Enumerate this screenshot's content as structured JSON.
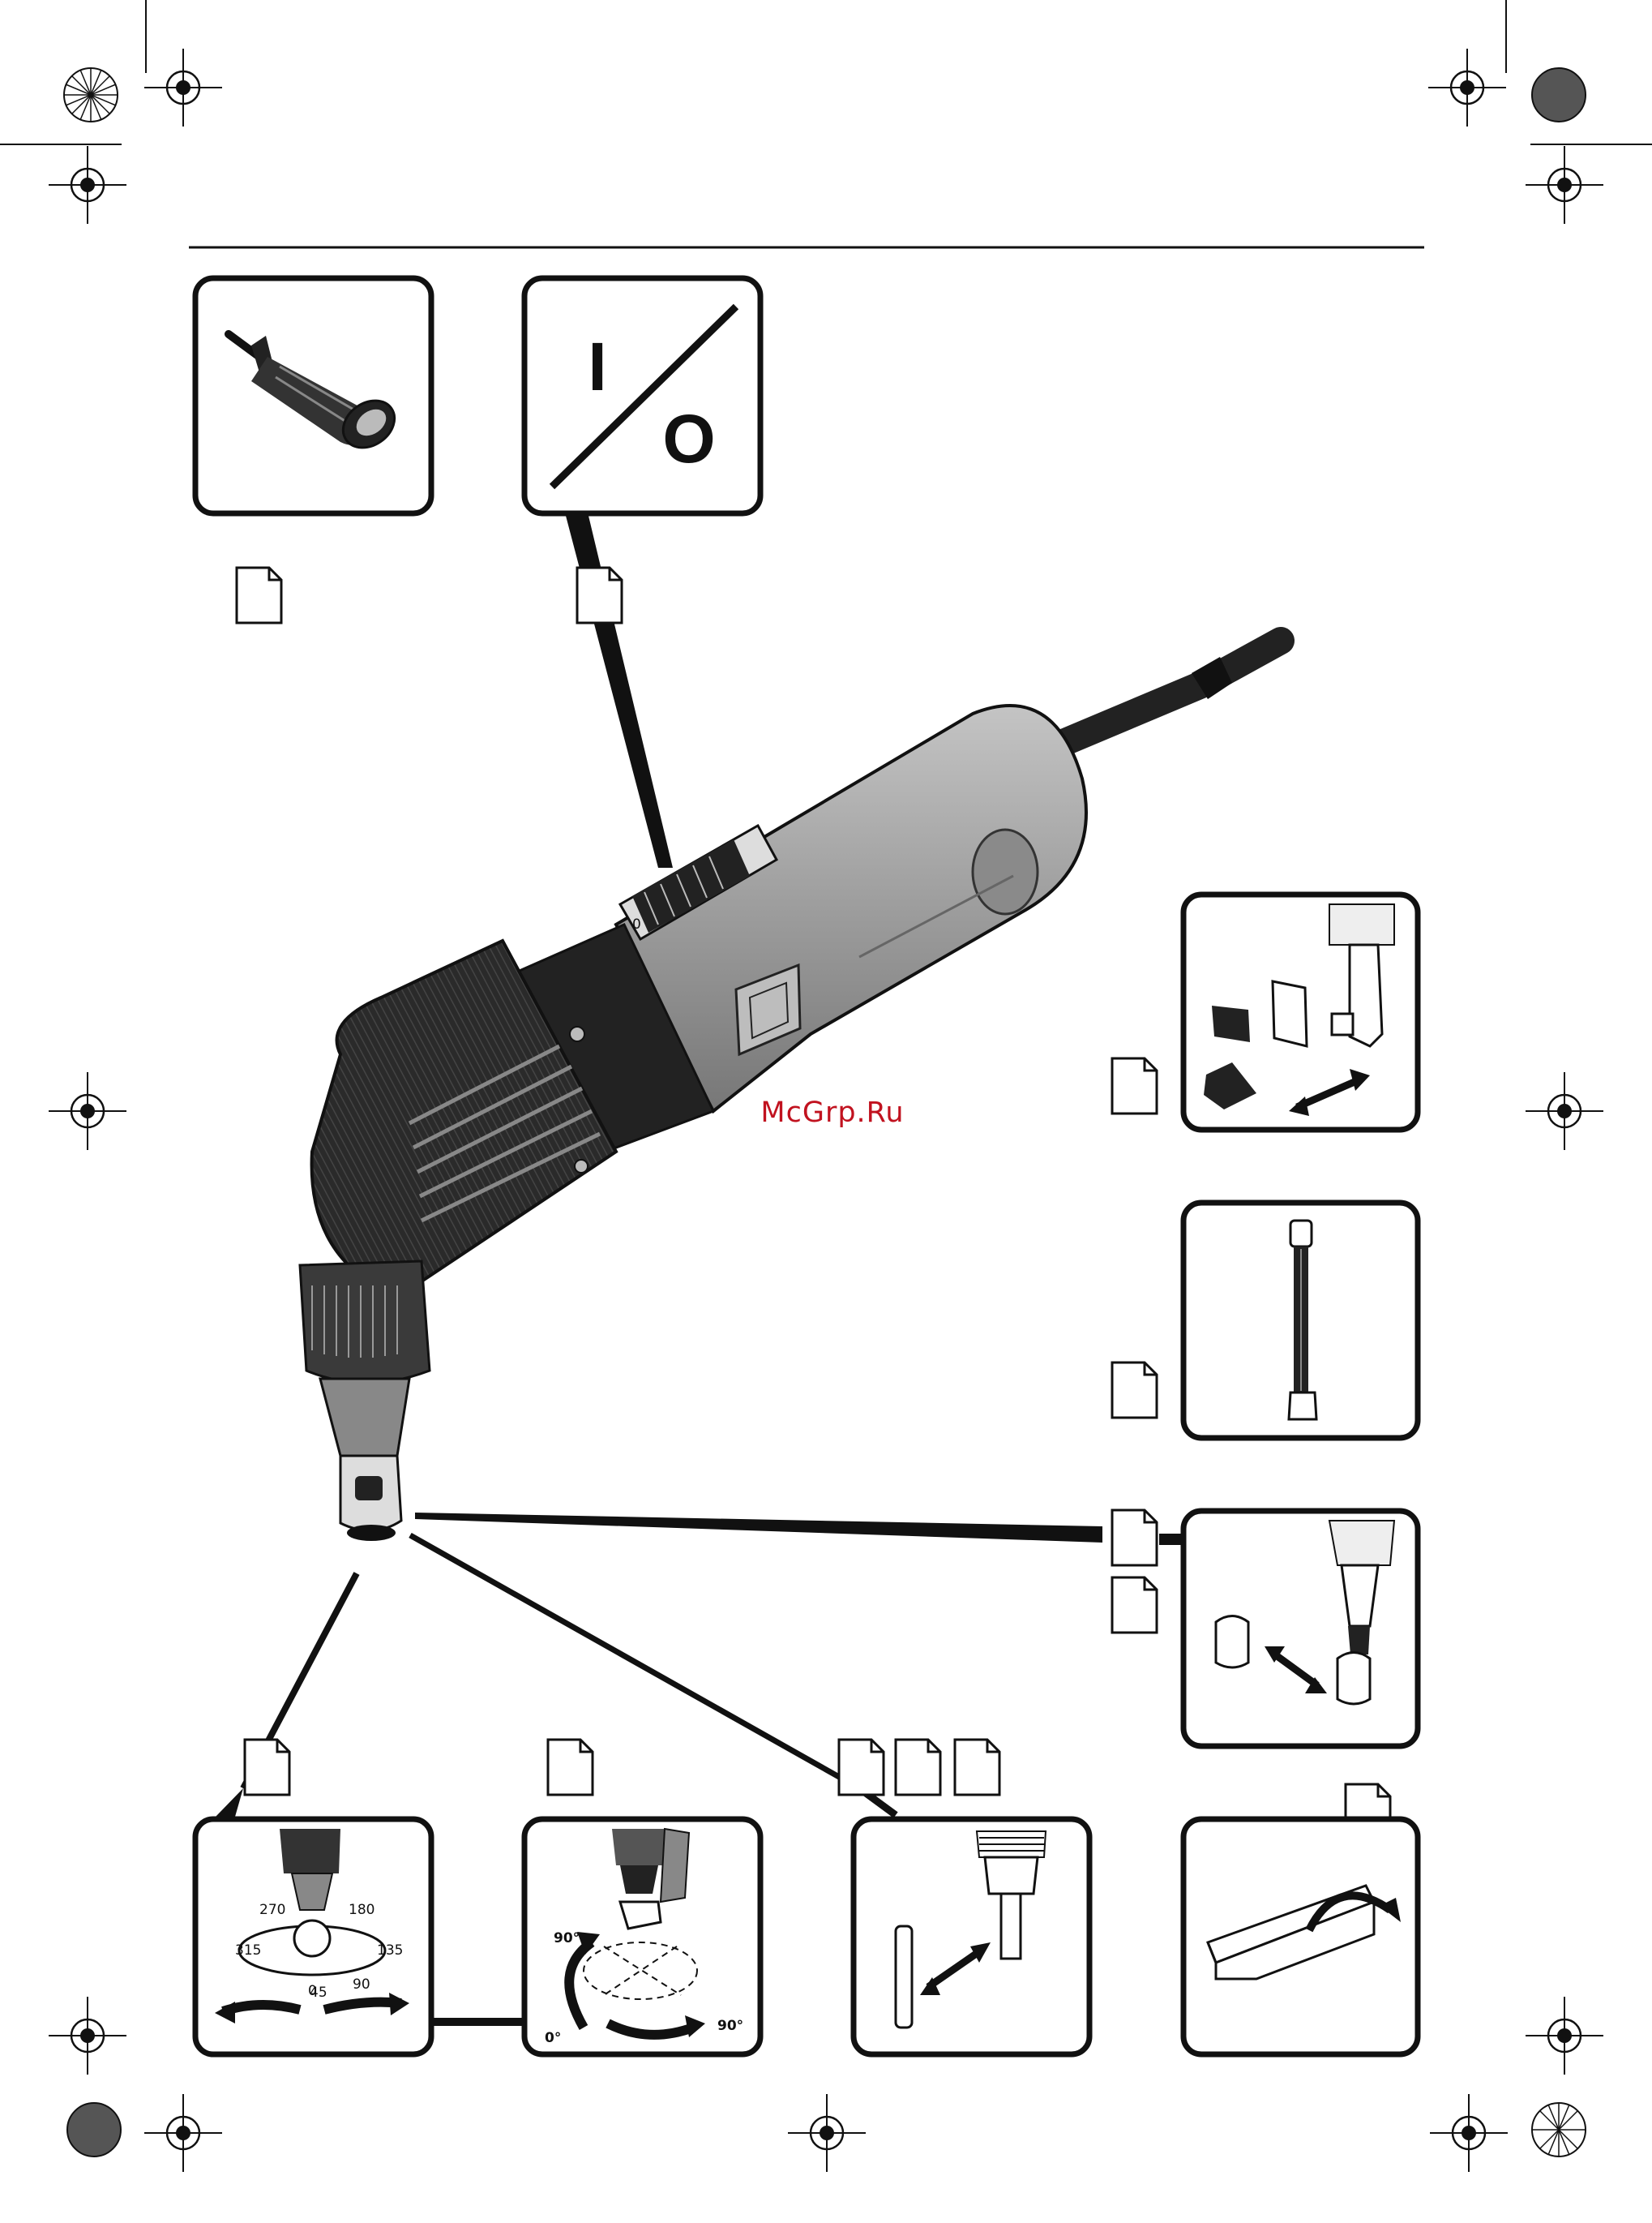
{
  "watermark": "McGrp.Ru",
  "switch_panel": {
    "on_symbol": "I",
    "off_symbol": "O"
  },
  "switch_label": "0",
  "dial_labels": [
    "0",
    "45",
    "90",
    "135",
    "180",
    "270",
    "315"
  ],
  "angle_labels": {
    "top": "90°",
    "bottom_left": "0°",
    "bottom_right": "90°"
  },
  "colors": {
    "ink": "#111111",
    "tool_body": "#9a9a9a",
    "tool_dark": "#2b2b2b",
    "watermark": "#c1121f"
  }
}
